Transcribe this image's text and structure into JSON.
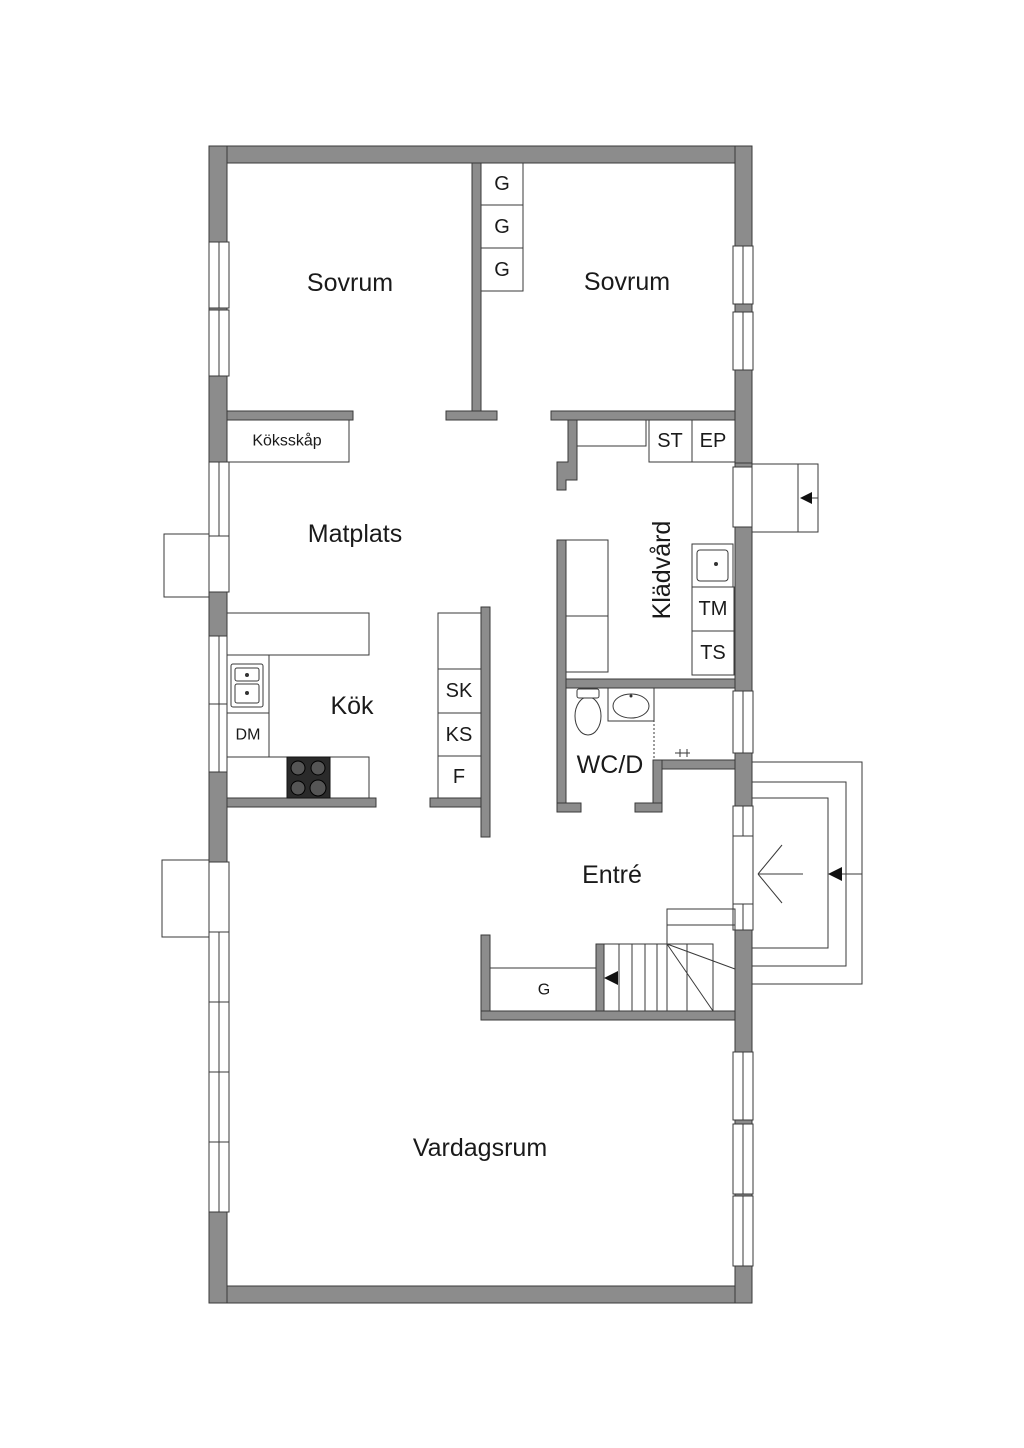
{
  "rooms": {
    "bedroom_left": "Sovrum",
    "bedroom_right": "Sovrum",
    "dining": "Matplats",
    "kitchen": "Kök",
    "laundry": "Klädvård",
    "wc": "WC/D",
    "entrance": "Entré",
    "living": "Vardagsrum"
  },
  "fixtures": {
    "wardrobe_1": "G",
    "wardrobe_2": "G",
    "wardrobe_3": "G",
    "wardrobe_entrance": "G",
    "kitchen_cabinet": "Köksskåp",
    "dishwasher": "DM",
    "freezer": "SK",
    "fridge": "KS",
    "f_unit": "F",
    "st": "ST",
    "ep": "EP",
    "tm": "TM",
    "ts": "TS"
  },
  "colors": {
    "wall": "#8c8c8c",
    "line": "#3a3a3a",
    "background": "#ffffff"
  }
}
